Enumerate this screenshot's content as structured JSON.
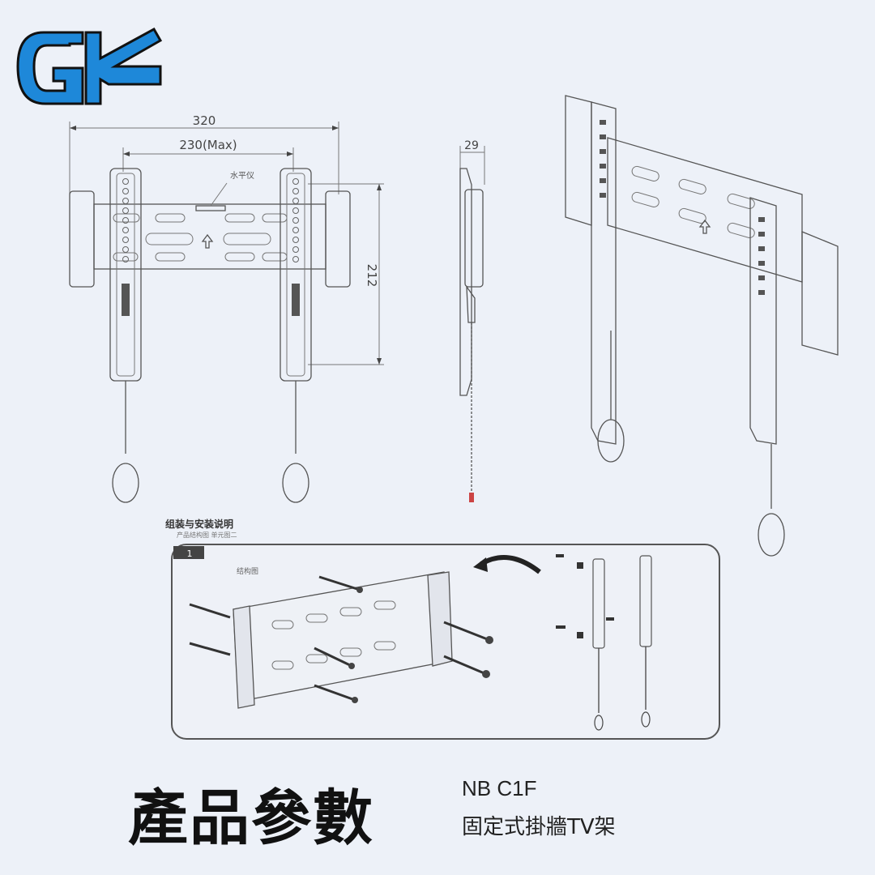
{
  "brand": {
    "logo_text": "GK",
    "primary_color": "#1e88d9",
    "outline_color": "#111111"
  },
  "drawing": {
    "dim_width": "320",
    "dim_vesa": "230(Max)",
    "dim_height": "212",
    "dim_depth": "29",
    "level_label": "水平仪"
  },
  "instructions": {
    "heading": "组装与安装说明",
    "subheading": "产品结构图    单元图二",
    "step_number": "1",
    "step_label": "结构图"
  },
  "product": {
    "section_title": "產品參數",
    "model": "NB C1F",
    "description": "固定式掛牆TV架"
  }
}
